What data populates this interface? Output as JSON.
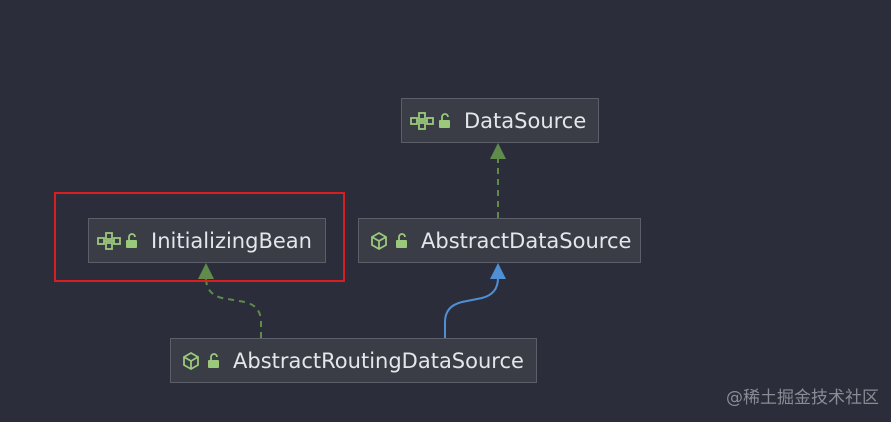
{
  "diagram": {
    "nodes": [
      {
        "id": "datasource",
        "label": "DataSource",
        "kind": "interface"
      },
      {
        "id": "initializingbean",
        "label": "InitializingBean",
        "kind": "interface"
      },
      {
        "id": "abstractdatasource",
        "label": "AbstractDataSource",
        "kind": "abstract-class"
      },
      {
        "id": "routing",
        "label": "AbstractRoutingDataSource",
        "kind": "abstract-class"
      }
    ],
    "edges": [
      {
        "from": "routing",
        "to": "initializingbean",
        "type": "implements",
        "style": "dashed"
      },
      {
        "from": "routing",
        "to": "abstractdatasource",
        "type": "extends",
        "style": "solid"
      },
      {
        "from": "abstractdatasource",
        "to": "datasource",
        "type": "implements",
        "style": "dashed"
      }
    ],
    "highlight": "initializingbean"
  },
  "colors": {
    "background": "#2b2d3a",
    "implements_edge": "#5f8c4b",
    "extends_edge": "#4f8fd6",
    "highlight": "#d81e22",
    "icon_green": "#9bc97c"
  },
  "watermark": "@稀土掘金技术社区"
}
